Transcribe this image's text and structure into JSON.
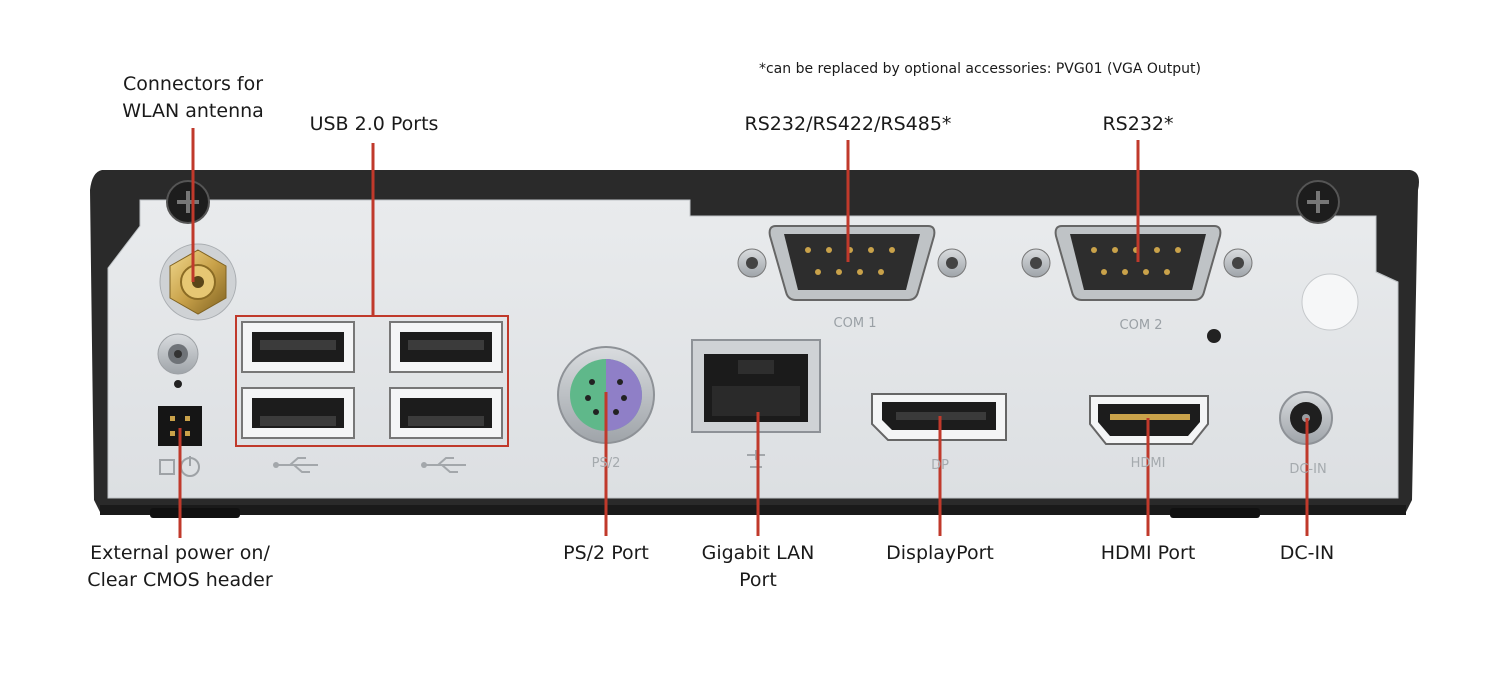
{
  "note": "*can be replaced by optional accessories: PVG01 (VGA Output)",
  "callouts": {
    "wlan": [
      "Connectors for",
      "WLAN antenna"
    ],
    "usb": [
      "USB 2.0 Ports"
    ],
    "rs232_422_485": [
      "RS232/RS422/RS485*"
    ],
    "rs232": [
      "RS232*"
    ],
    "power_cmos": [
      "External power on/",
      "Clear CMOS header"
    ],
    "ps2": [
      "PS/2 Port"
    ],
    "lan": [
      "Gigabit LAN",
      "Port"
    ],
    "displayport": [
      "DisplayPort"
    ],
    "hdmi": [
      "HDMI Port"
    ],
    "dcin": [
      "DC-IN"
    ]
  },
  "panel_marks": {
    "com1": "COM 1",
    "com2": "COM 2",
    "ps2": "PS/2",
    "dp": "DP",
    "hdmi": "HDMI",
    "dcin": "DC-IN"
  },
  "colors": {
    "callout_line": "#c0392b",
    "chassis": "#2b2b2b",
    "panel": "#e4e6e8",
    "ps2_green": "#5fb88a",
    "ps2_purple": "#8f7fc7",
    "antenna_gold": "#c9a24a"
  },
  "icons": [
    "screw-icon",
    "usb-icon",
    "power-icon",
    "network-icon"
  ]
}
